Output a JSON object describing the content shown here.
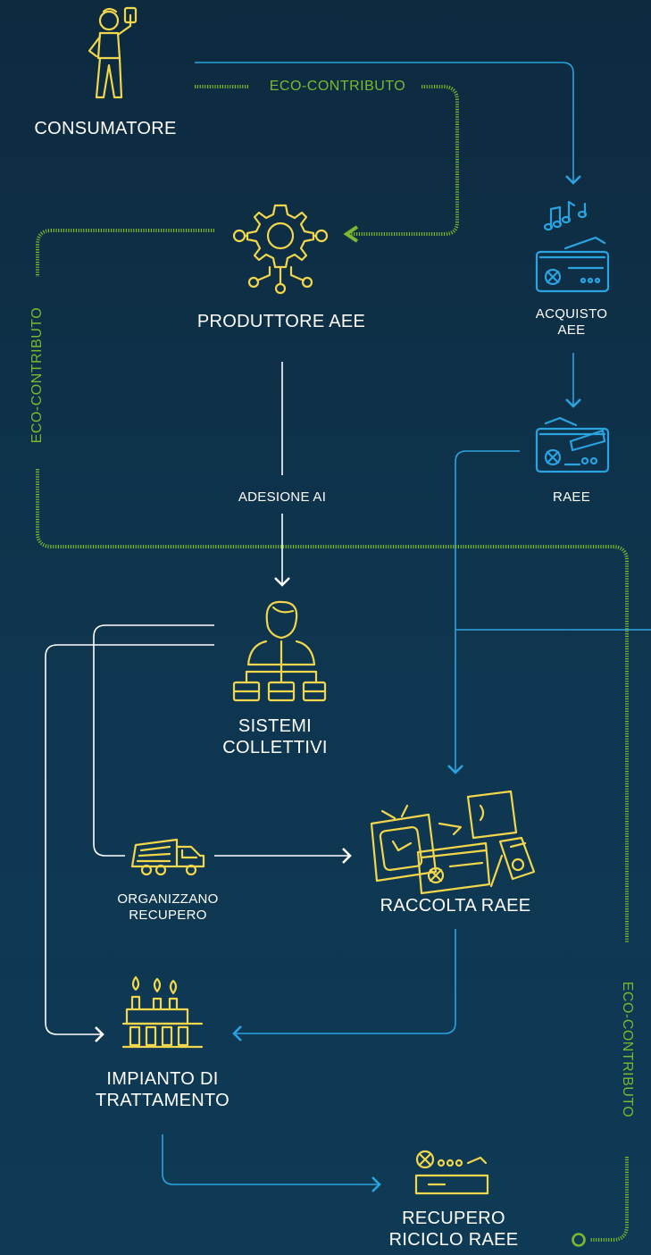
{
  "nodes": {
    "consumatore": "CONSUMATORE",
    "produttore": "PRODUTTORE AEE",
    "acquisto": [
      "ACQUISTO",
      "AEE"
    ],
    "raee": "RAEE",
    "adesione": "ADESIONE AI",
    "sistemi": [
      "SISTEMI",
      "COLLETTIVI"
    ],
    "organizzano": [
      "ORGANIZZANO",
      "RECUPERO"
    ],
    "raccolta": "RACCOLTA RAEE",
    "impianto": [
      "IMPIANTO DI",
      "TRATTAMENTO"
    ],
    "recupero": [
      "RECUPERO",
      "RICICLO RAEE"
    ]
  },
  "eco_labels": {
    "top": "ECO-CONTRIBUTO",
    "left": "ECO-CONTRIBUTO",
    "right": "ECO-CONTRIBUTO"
  },
  "colors": {
    "background": "#0f3650",
    "blue_line": "#2aa3e0",
    "green_line": "#7cb82f",
    "white_line": "#ffffff",
    "icon_yellow": "#f2d64b",
    "icon_blue": "#2aa3e0"
  },
  "icons": {
    "consumatore": "person-with-phone-icon",
    "produttore": "gear-network-icon",
    "acquisto": "radio-music-icon",
    "raee": "broken-radio-icon",
    "sistemi": "org-chart-person-icon",
    "organizzano": "truck-icon",
    "raccolta": "pile-of-appliances-icon",
    "impianto": "factory-icon",
    "recupero": "recycled-radio-icon"
  }
}
